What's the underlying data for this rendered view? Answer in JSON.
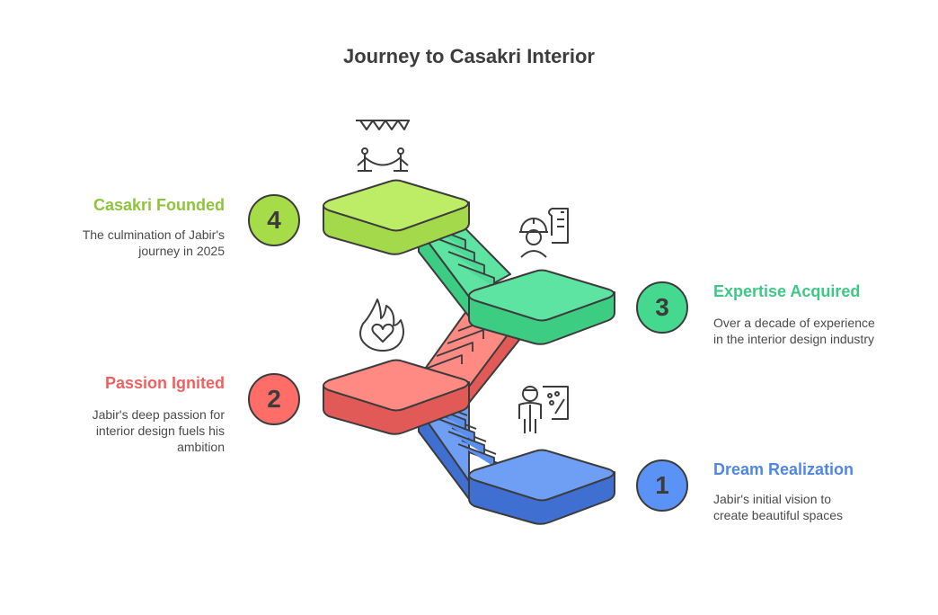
{
  "title": "Journey to Casakri Interior",
  "steps": [
    {
      "number": "1",
      "title": "Dream Realization",
      "desc": "Jabir's initial vision to create beautiful spaces",
      "color": "#4f86ea",
      "light": "#6e9ff5",
      "dark": "#3f6fd1",
      "icon": "designer-with-palette-icon"
    },
    {
      "number": "2",
      "title": "Passion Ignited",
      "desc": "Jabir's deep passion for interior design fuels his ambition",
      "color": "#ef6161",
      "light": "#ff8a84",
      "dark": "#e25a57",
      "icon": "flame-heart-icon"
    },
    {
      "number": "3",
      "title": "Expertise Acquired",
      "desc": "Over a decade of experience in the interior design industry",
      "color": "#3ec886",
      "light": "#5de4a2",
      "dark": "#3ccd82",
      "icon": "engineer-blueprint-icon"
    },
    {
      "number": "4",
      "title": "Casakri Founded",
      "desc": "The culmination of Jabir's journey in 2025",
      "color": "#8ec43c",
      "light": "#bdec66",
      "dark": "#a3d94a",
      "icon": "grand-opening-ribbon-icon"
    }
  ]
}
